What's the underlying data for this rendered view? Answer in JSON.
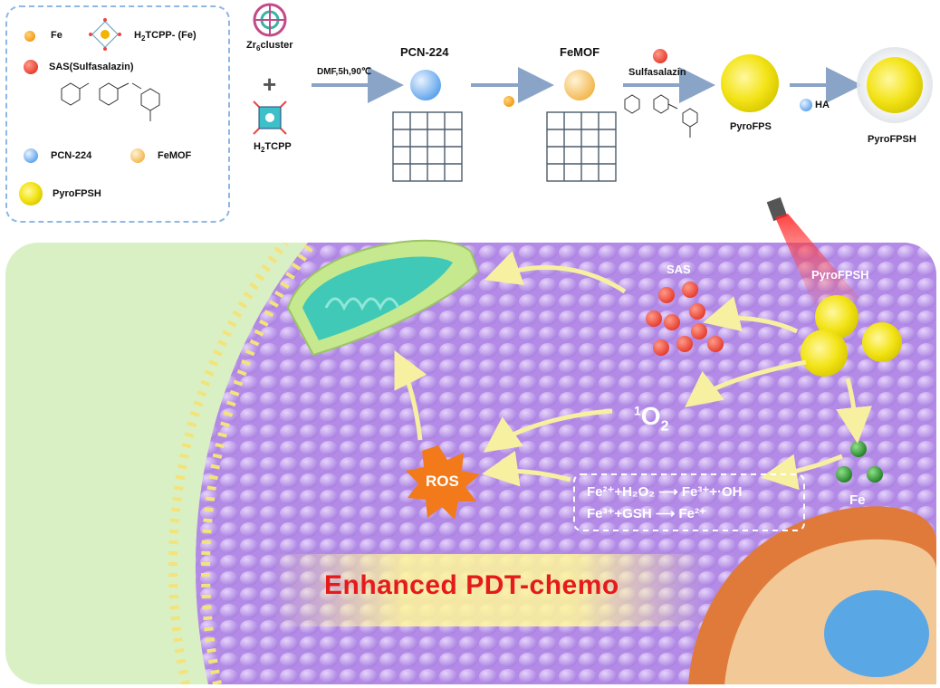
{
  "legend": {
    "fe": "Fe",
    "tcpp_fe_prefix": "H",
    "tcpp_fe_sub": "2",
    "tcpp_fe_suffix": "TCPP- (Fe)",
    "sas": "SAS(Sulfasalazin)",
    "pcn": "PCN-224",
    "femof": "FeMOF",
    "pyro": "PyroFPSH"
  },
  "synthesis": {
    "zr_prefix": "Zr",
    "zr_sub": "6",
    "zr_suffix": "cluster",
    "plus": "+",
    "tcpp_prefix": "H",
    "tcpp_sub": "2",
    "tcpp_suffix": "TCPP",
    "condition": "DMF,5h,90℃",
    "pcn": "PCN-224",
    "femof": "FeMOF",
    "sulfasalazin": "Sulfasalazin",
    "pyrofps": "PyroFPS",
    "ha": "HA",
    "pyrofpsh": "PyroFPSH"
  },
  "cell": {
    "sas": "SAS",
    "pyrofpsh": "PyroFPSH",
    "singlet_oxygen_sup": "1",
    "singlet_oxygen_main": "O",
    "singlet_oxygen_sub": "2",
    "ros": "ROS",
    "fe": "Fe",
    "reaction1": "Fe²⁺+H₂O₂ ⟶ Fe³⁺+·OH",
    "reaction2": "Fe³⁺+GSH ⟶ Fe²⁺",
    "headline": "Enhanced PDT-chemo"
  },
  "colors": {
    "membrane_bg": "#b48ae6",
    "outer_green": "#d9f0c4",
    "headline": "#e51b1b",
    "ros_star": "#f27a1a",
    "sas_red": "#ef4a3c",
    "fe_green": "#2f9a2f",
    "arrow_yellow": "#f7f0a0"
  }
}
